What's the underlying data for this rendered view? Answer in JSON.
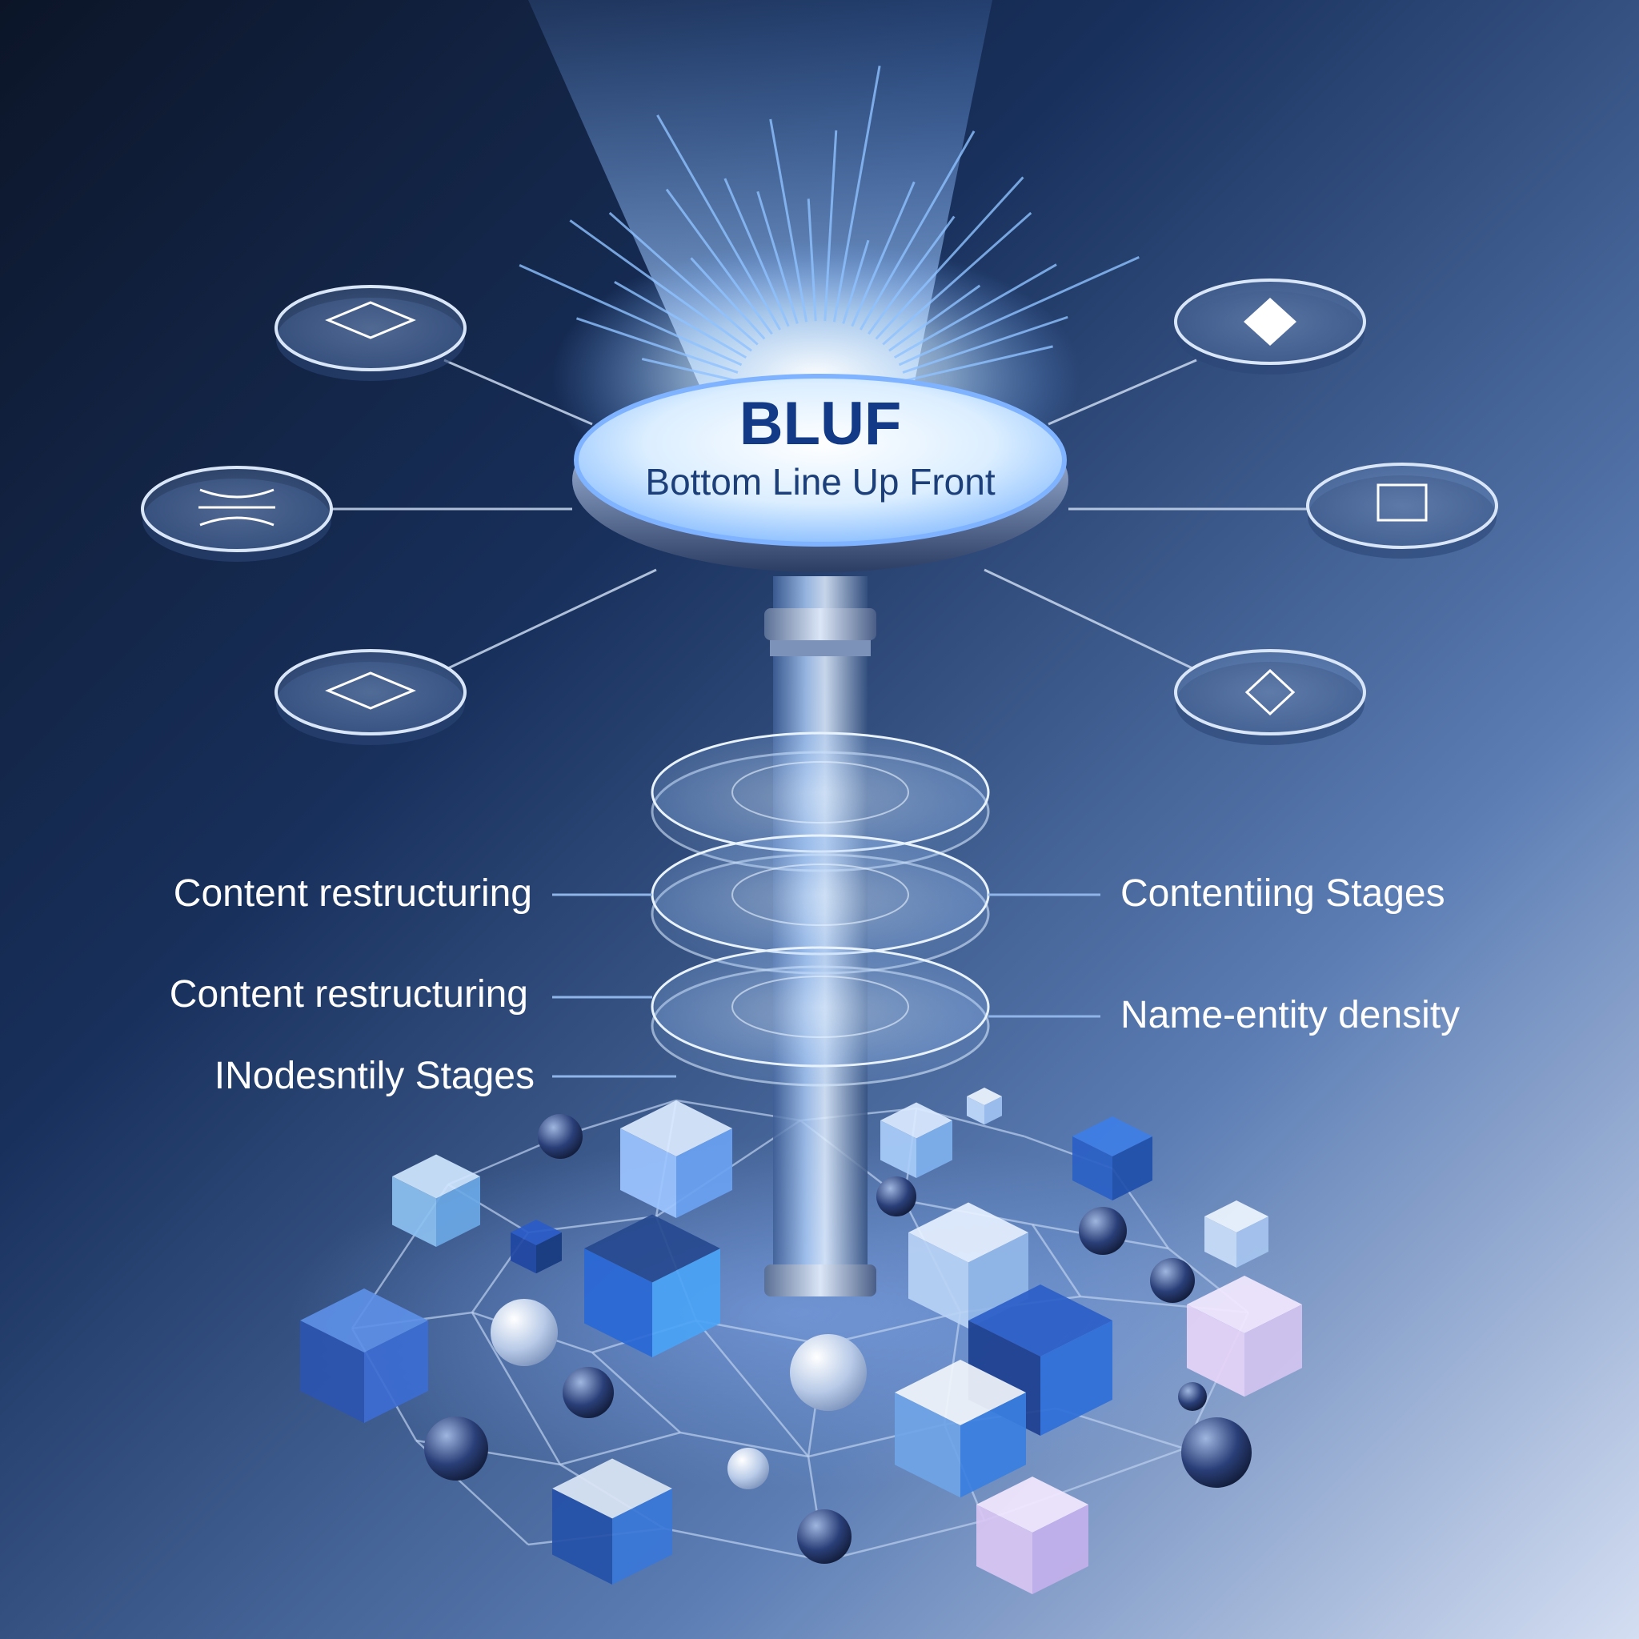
{
  "hub": {
    "title": "BLUF",
    "subtitle": "Bottom Line Up Front"
  },
  "satellites": [
    {
      "icon": "diamond-outline-icon"
    },
    {
      "icon": "wave-lines-icon"
    },
    {
      "icon": "diamond-outline-icon"
    },
    {
      "icon": "diamond-filled-icon"
    },
    {
      "icon": "square-outline-icon"
    },
    {
      "icon": "diamond-outline-icon"
    }
  ],
  "labels": {
    "left": [
      "Content restructuring",
      "Content restructuring",
      "INodesntily Stages"
    ],
    "right": [
      "Contentiing Stages",
      "Name-entity density"
    ]
  },
  "colors": {
    "background_top": "#0f1b33",
    "background_bottom": "#c9d6ee",
    "accent": "#2f6fd9",
    "title": "#123a86",
    "label": "#ffffff"
  }
}
